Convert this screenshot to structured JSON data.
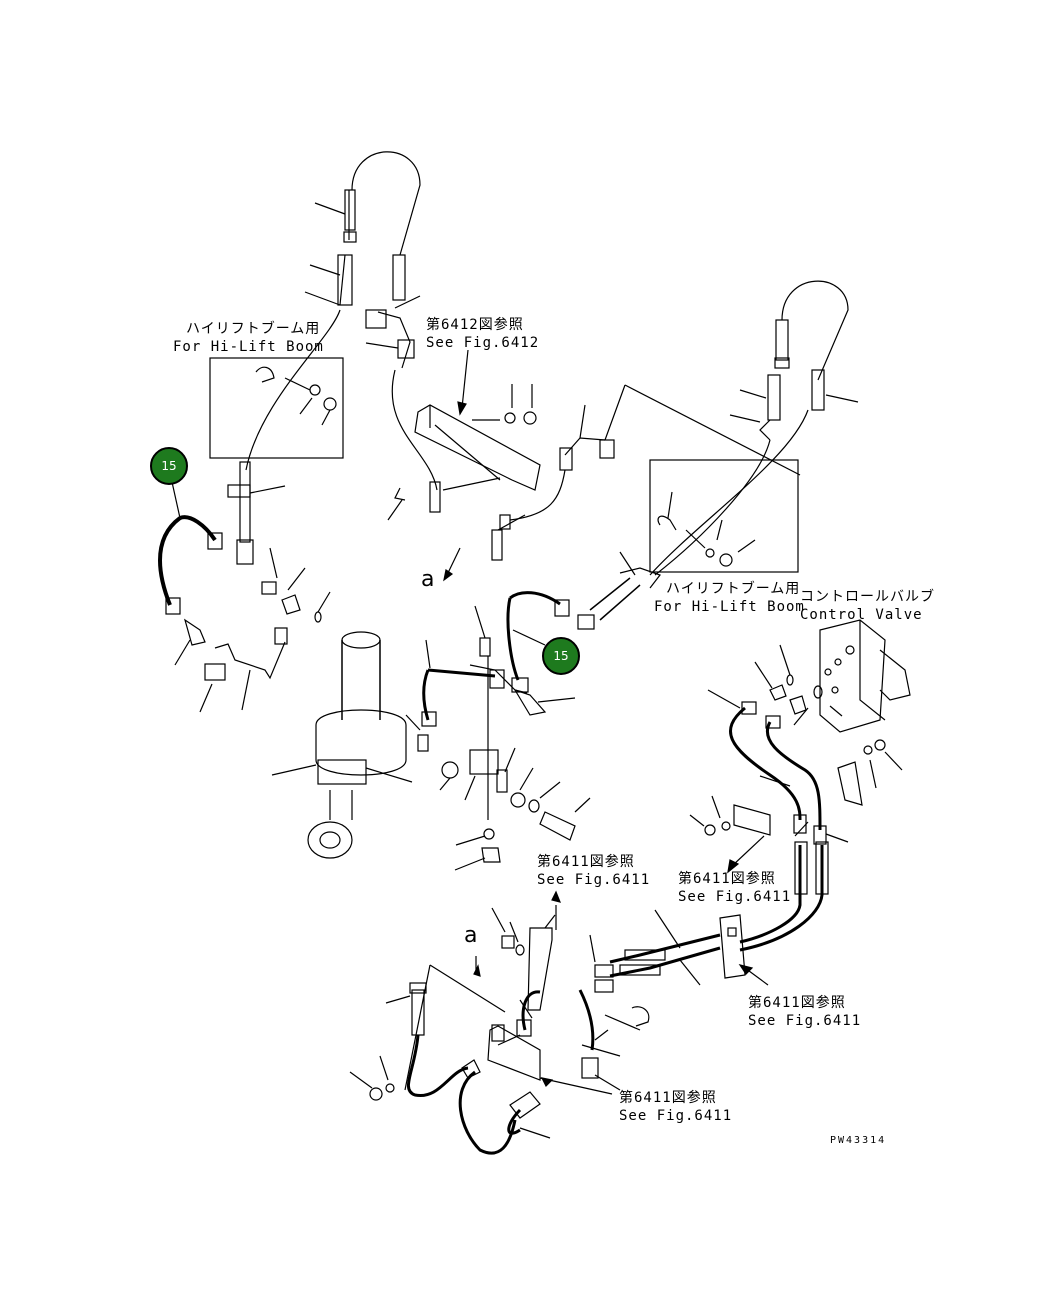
{
  "colors": {
    "line": "#000000",
    "callout_fill": "#1e7a1e",
    "callout_text": "#ffffff"
  },
  "callouts": [
    {
      "id": "callout-15-left",
      "label": "15"
    },
    {
      "id": "callout-15-right",
      "label": "15"
    }
  ],
  "labels": {
    "hilift_left_jp": "ハイリフトブーム用",
    "hilift_left_en": "For Hi-Lift Boom",
    "fig6412_jp": "第6412図参照",
    "fig6412_en": "See Fig.6412",
    "hilift_right_jp": "ハイリフトブーム用",
    "hilift_right_en": "For Hi-Lift Boom",
    "control_valve_jp": "コントロールバルブ",
    "control_valve_en": "Control Valve",
    "fig6411_a_jp": "第6411図参照",
    "fig6411_a_en": "See Fig.6411",
    "fig6411_b_jp": "第6411図参照",
    "fig6411_b_en": "See Fig.6411",
    "fig6411_c_jp": "第6411図参照",
    "fig6411_c_en": "See Fig.6411",
    "fig6411_d_jp": "第6411図参照",
    "fig6411_d_en": "See Fig.6411",
    "ref_a": "a",
    "ref_a2": "a",
    "drawing_no": "PW43314"
  }
}
